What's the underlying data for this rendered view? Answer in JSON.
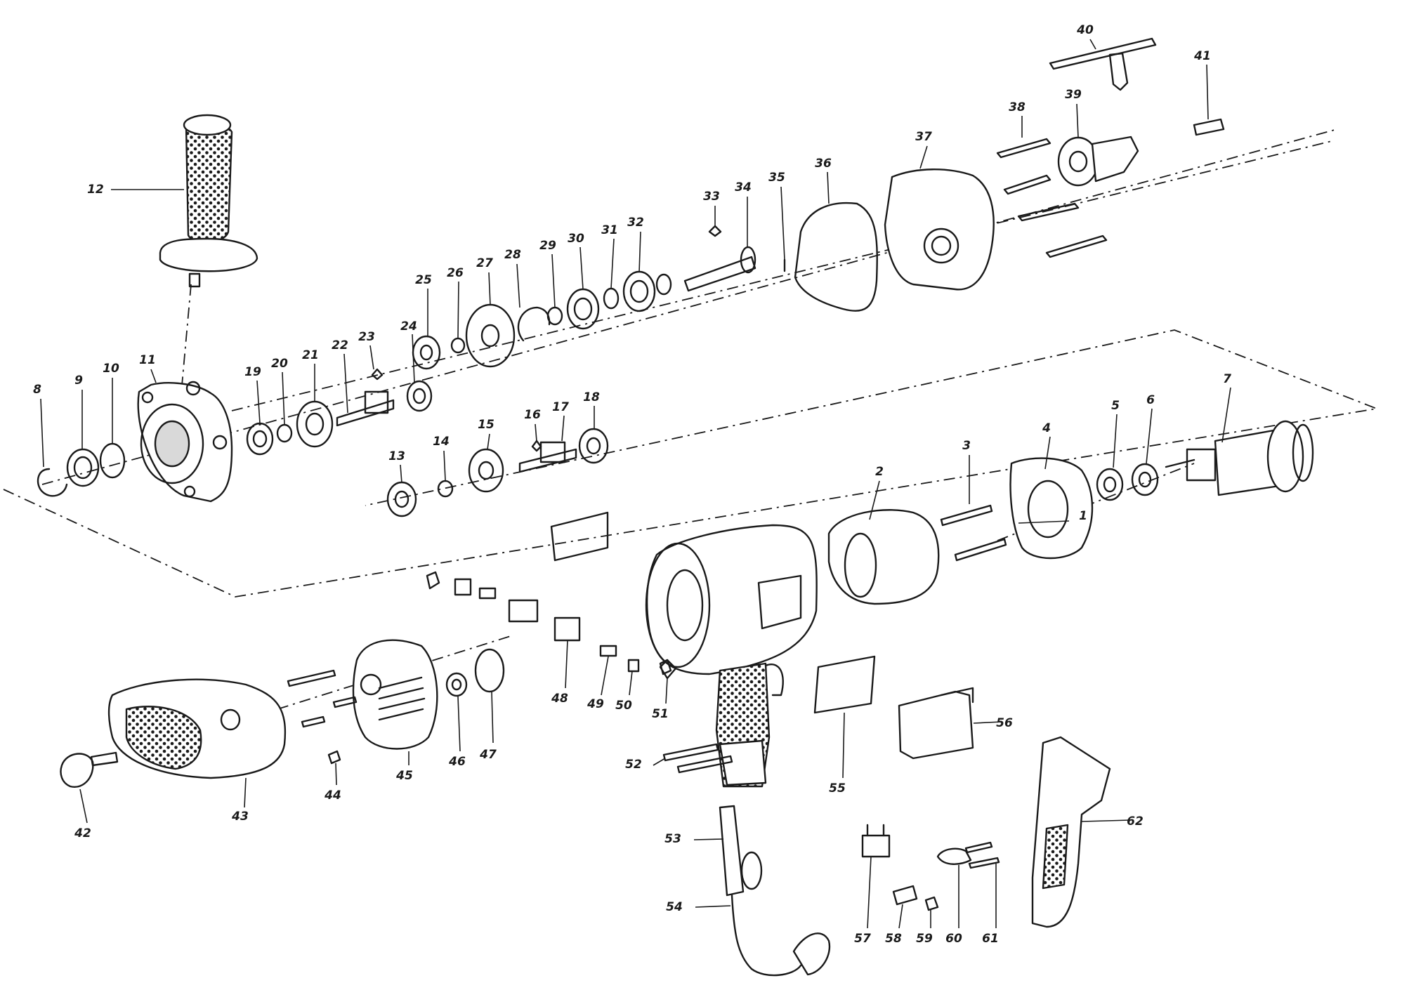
{
  "figure": {
    "kind": "exploded parts diagram",
    "subject": "electric drill"
  },
  "parts": [
    {
      "n": "1"
    },
    {
      "n": "2"
    },
    {
      "n": "3"
    },
    {
      "n": "4"
    },
    {
      "n": "5"
    },
    {
      "n": "6"
    },
    {
      "n": "7"
    },
    {
      "n": "8"
    },
    {
      "n": "9"
    },
    {
      "n": "10"
    },
    {
      "n": "11"
    },
    {
      "n": "12"
    },
    {
      "n": "13"
    },
    {
      "n": "14"
    },
    {
      "n": "15"
    },
    {
      "n": "16"
    },
    {
      "n": "17"
    },
    {
      "n": "18"
    },
    {
      "n": "19"
    },
    {
      "n": "20"
    },
    {
      "n": "21"
    },
    {
      "n": "22"
    },
    {
      "n": "23"
    },
    {
      "n": "24"
    },
    {
      "n": "25"
    },
    {
      "n": "26"
    },
    {
      "n": "27"
    },
    {
      "n": "28"
    },
    {
      "n": "29"
    },
    {
      "n": "30"
    },
    {
      "n": "31"
    },
    {
      "n": "32"
    },
    {
      "n": "33"
    },
    {
      "n": "34"
    },
    {
      "n": "35"
    },
    {
      "n": "36"
    },
    {
      "n": "37"
    },
    {
      "n": "38"
    },
    {
      "n": "39"
    },
    {
      "n": "40"
    },
    {
      "n": "41"
    },
    {
      "n": "42"
    },
    {
      "n": "43"
    },
    {
      "n": "44"
    },
    {
      "n": "45"
    },
    {
      "n": "46"
    },
    {
      "n": "47"
    },
    {
      "n": "48"
    },
    {
      "n": "49"
    },
    {
      "n": "50"
    },
    {
      "n": "51"
    },
    {
      "n": "52"
    },
    {
      "n": "53"
    },
    {
      "n": "54"
    },
    {
      "n": "55"
    },
    {
      "n": "56"
    },
    {
      "n": "57"
    },
    {
      "n": "58"
    },
    {
      "n": "59"
    },
    {
      "n": "60"
    },
    {
      "n": "61"
    },
    {
      "n": "62"
    }
  ],
  "style": {
    "ink": "#1a1a1a",
    "background": "#ffffff"
  }
}
